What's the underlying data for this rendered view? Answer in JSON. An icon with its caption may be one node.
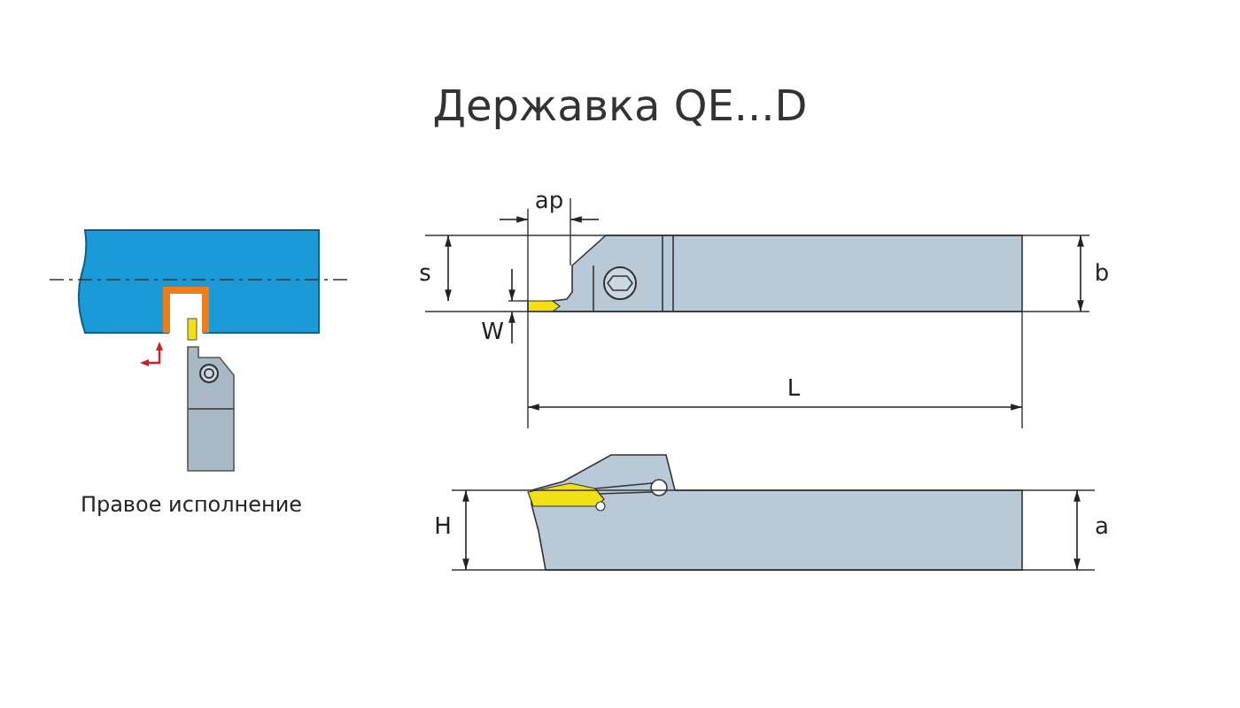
{
  "diagram": {
    "title": "Державка QE...D",
    "labels": [
      "Правое исполнение",
      "ap",
      "s",
      "W",
      "b",
      "L",
      "H",
      "a"
    ]
  }
}
